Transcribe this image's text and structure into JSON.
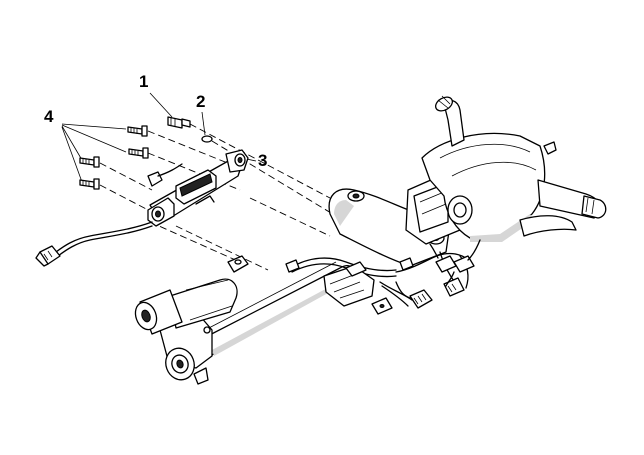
{
  "diagram": {
    "callouts": [
      {
        "id": "1",
        "label": "1"
      },
      {
        "id": "2",
        "label": "2"
      },
      {
        "id": "3",
        "label": "3"
      },
      {
        "id": "4",
        "label": "4"
      }
    ],
    "colors": {
      "line": "#000000",
      "shade": "#d6d6d6",
      "background": "#ffffff"
    }
  }
}
